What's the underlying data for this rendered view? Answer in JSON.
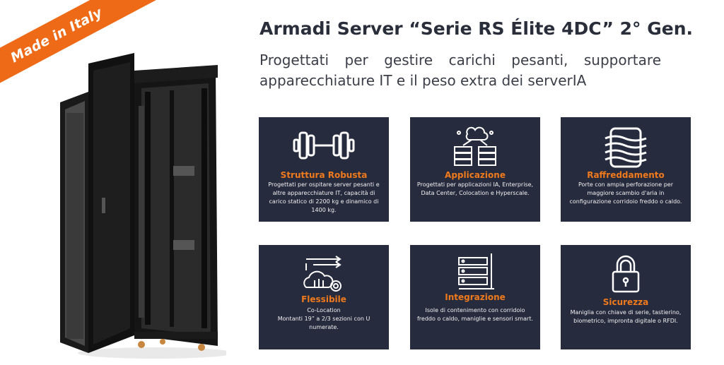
{
  "badge": {
    "label": "Made in Italy"
  },
  "header": {
    "title": "Armadi Server “Serie RS Élite 4DC” 2° Gen.",
    "subtitle": "Progettati per gestire carichi pesanti, supportare apparecchiature IT e il peso extra dei serverIA"
  },
  "colors": {
    "accent": "#ee6a16",
    "card_bg": "#262b3e",
    "title": "#2a2e3a"
  },
  "features": [
    {
      "icon": "dumbbell-icon",
      "title": "Struttura Robusta",
      "description": "Progettati per ospitare server pesanti e altre apparecchiature IT, capacità di carico statico di 2200 kg e dinamico di 1400 kg."
    },
    {
      "icon": "cloud-servers-icon",
      "title": "Applicazione",
      "description": "Progettati per applicazioni IA, Enterprise, Data Center, Colocation e Hyperscale."
    },
    {
      "icon": "airflow-panel-icon",
      "title": "Raffreddamento",
      "description": "Porte con ampia perforazione per maggiore scambio d'aria in configurazione corridoio freddo o caldo."
    },
    {
      "icon": "cloud-gear-arrows-icon",
      "title": "Flessibile",
      "description_line1": "Co-Location",
      "description_line2": "Montanti 19” a 2/3 sezioni con U numerate."
    },
    {
      "icon": "server-rack-icon",
      "title": "Integrazione",
      "description": "Isole di contenimento con corridoio freddo o caldo, maniglie e sensori smart."
    },
    {
      "icon": "padlock-icon",
      "title": "Sicurezza",
      "description": "Maniglia con chiave di serie, tastierino, biometrico, impronta digitale o RFDI."
    }
  ]
}
